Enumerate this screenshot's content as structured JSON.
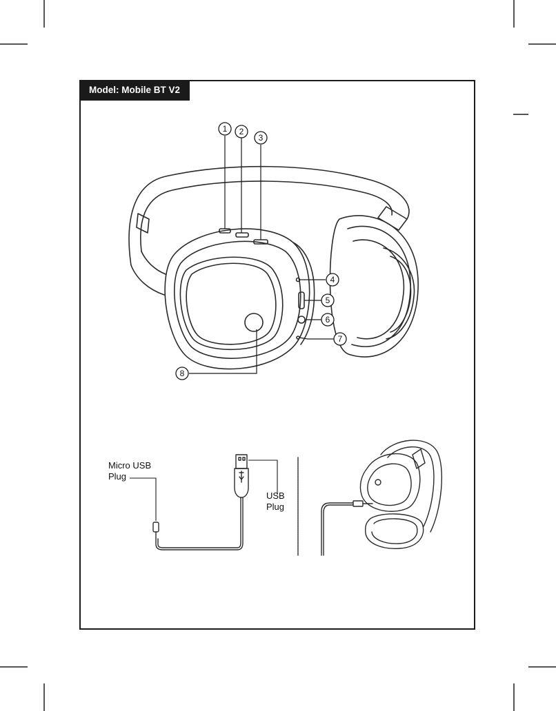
{
  "header": {
    "model_label": "Model: Mobile BT V2"
  },
  "callouts": [
    "1",
    "2",
    "3",
    "4",
    "5",
    "6",
    "7",
    "8"
  ],
  "cable": {
    "micro_usb_line1": "Micro USB",
    "micro_usb_line2": "Plug",
    "usb_line1": "USB",
    "usb_line2": "Plug"
  }
}
